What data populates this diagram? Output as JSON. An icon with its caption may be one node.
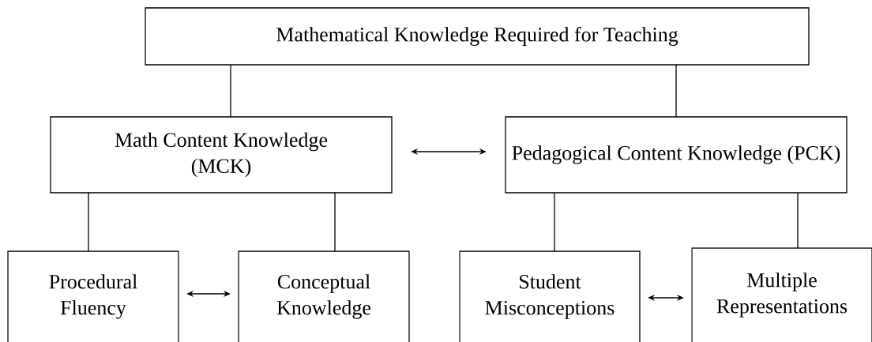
{
  "diagram": {
    "nodes": [
      {
        "text": [
          "Mathematical Knowledge Required for Teaching"
        ]
      },
      {
        "text": [
          "Math Content Knowledge (MCK)"
        ]
      },
      {
        "text": [
          "Pedagogical Content Knowledge (PCK)"
        ]
      },
      {
        "text": [
          "Procedural Fluency"
        ]
      },
      {
        "text": [
          "Conceptual Knowledge"
        ]
      },
      {
        "text": [
          "Student Misconceptions"
        ]
      },
      {
        "text": [
          "Multiple Representations"
        ]
      }
    ],
    "edges": [
      {
        "from": 0,
        "to": 1,
        "arrow": "none"
      },
      {
        "from": 0,
        "to": 2,
        "arrow": "none"
      },
      {
        "from": 1,
        "to": 2,
        "arrow": "both"
      },
      {
        "from": 1,
        "to": 3,
        "arrow": "none"
      },
      {
        "from": 1,
        "to": 4,
        "arrow": "none"
      },
      {
        "from": 2,
        "to": 5,
        "arrow": "none"
      },
      {
        "from": 2,
        "to": 6,
        "arrow": "none"
      },
      {
        "from": 3,
        "to": 4,
        "arrow": "both"
      },
      {
        "from": 5,
        "to": 6,
        "arrow": "both"
      }
    ]
  }
}
